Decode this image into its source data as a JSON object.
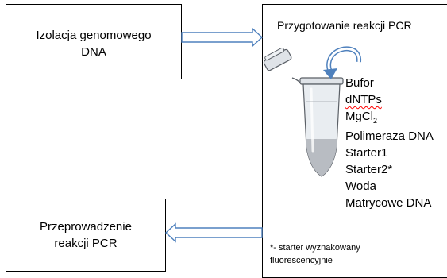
{
  "isolation_box": {
    "line1": "Izolacja genomowego",
    "line2": "DNA"
  },
  "prep_box": {
    "title": "Przygotowanie reakcji PCR",
    "reagents": [
      "Bufor",
      "dNTPs",
      "MgCl",
      "Polimeraza DNA",
      "Starter1",
      "Starter2*",
      "Woda",
      "Matrycowe DNA"
    ],
    "mgcl_subscript": "2",
    "footnote_line1": "*- starter wyznakowany",
    "footnote_line2": "fluorescencyjnie"
  },
  "run_box": {
    "line1": "Przeprowadzenie",
    "line2": "reakcji PCR"
  },
  "colors": {
    "arrow": "#4f81bd",
    "arrow_fill": "#ffffff",
    "tube_body": "#e9edf1",
    "liquid": "#b8bcc2",
    "curl_arrow": "#4f81bd",
    "spellcheck_underline": "#ff0000"
  },
  "icons": {
    "tube": "eppendorf-tube-icon",
    "curl": "curved-arrow-icon"
  }
}
